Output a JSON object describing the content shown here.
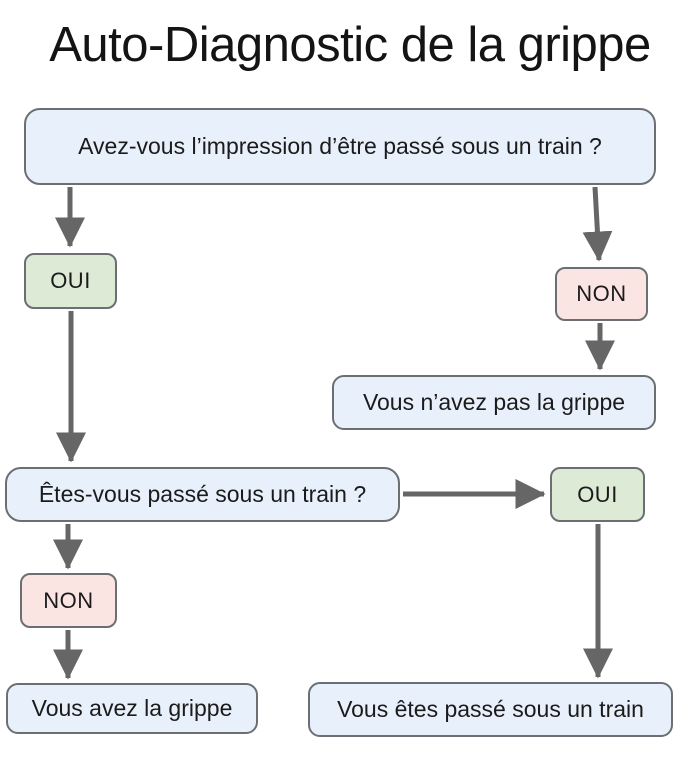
{
  "title": "Auto-Diagnostic de la grippe",
  "colors": {
    "background": "#ffffff",
    "question_fill": "#e8f0fb",
    "yes_fill": "#dcead6",
    "no_fill": "#fbe5e3",
    "node_border": "#6b6f73",
    "arrow": "#666666",
    "text": "#1b1b1b"
  },
  "nodes": {
    "question1": "Avez-vous l’impression d’être passé sous un train ?",
    "yes1": "OUI",
    "no1": "NON",
    "result_no_flu": "Vous n’avez pas la grippe",
    "question2": "Êtes-vous passé sous un train ?",
    "yes2": "OUI",
    "no2": "NON",
    "result_flu": "Vous avez la grippe",
    "result_train": "Vous êtes passé sous un train"
  }
}
